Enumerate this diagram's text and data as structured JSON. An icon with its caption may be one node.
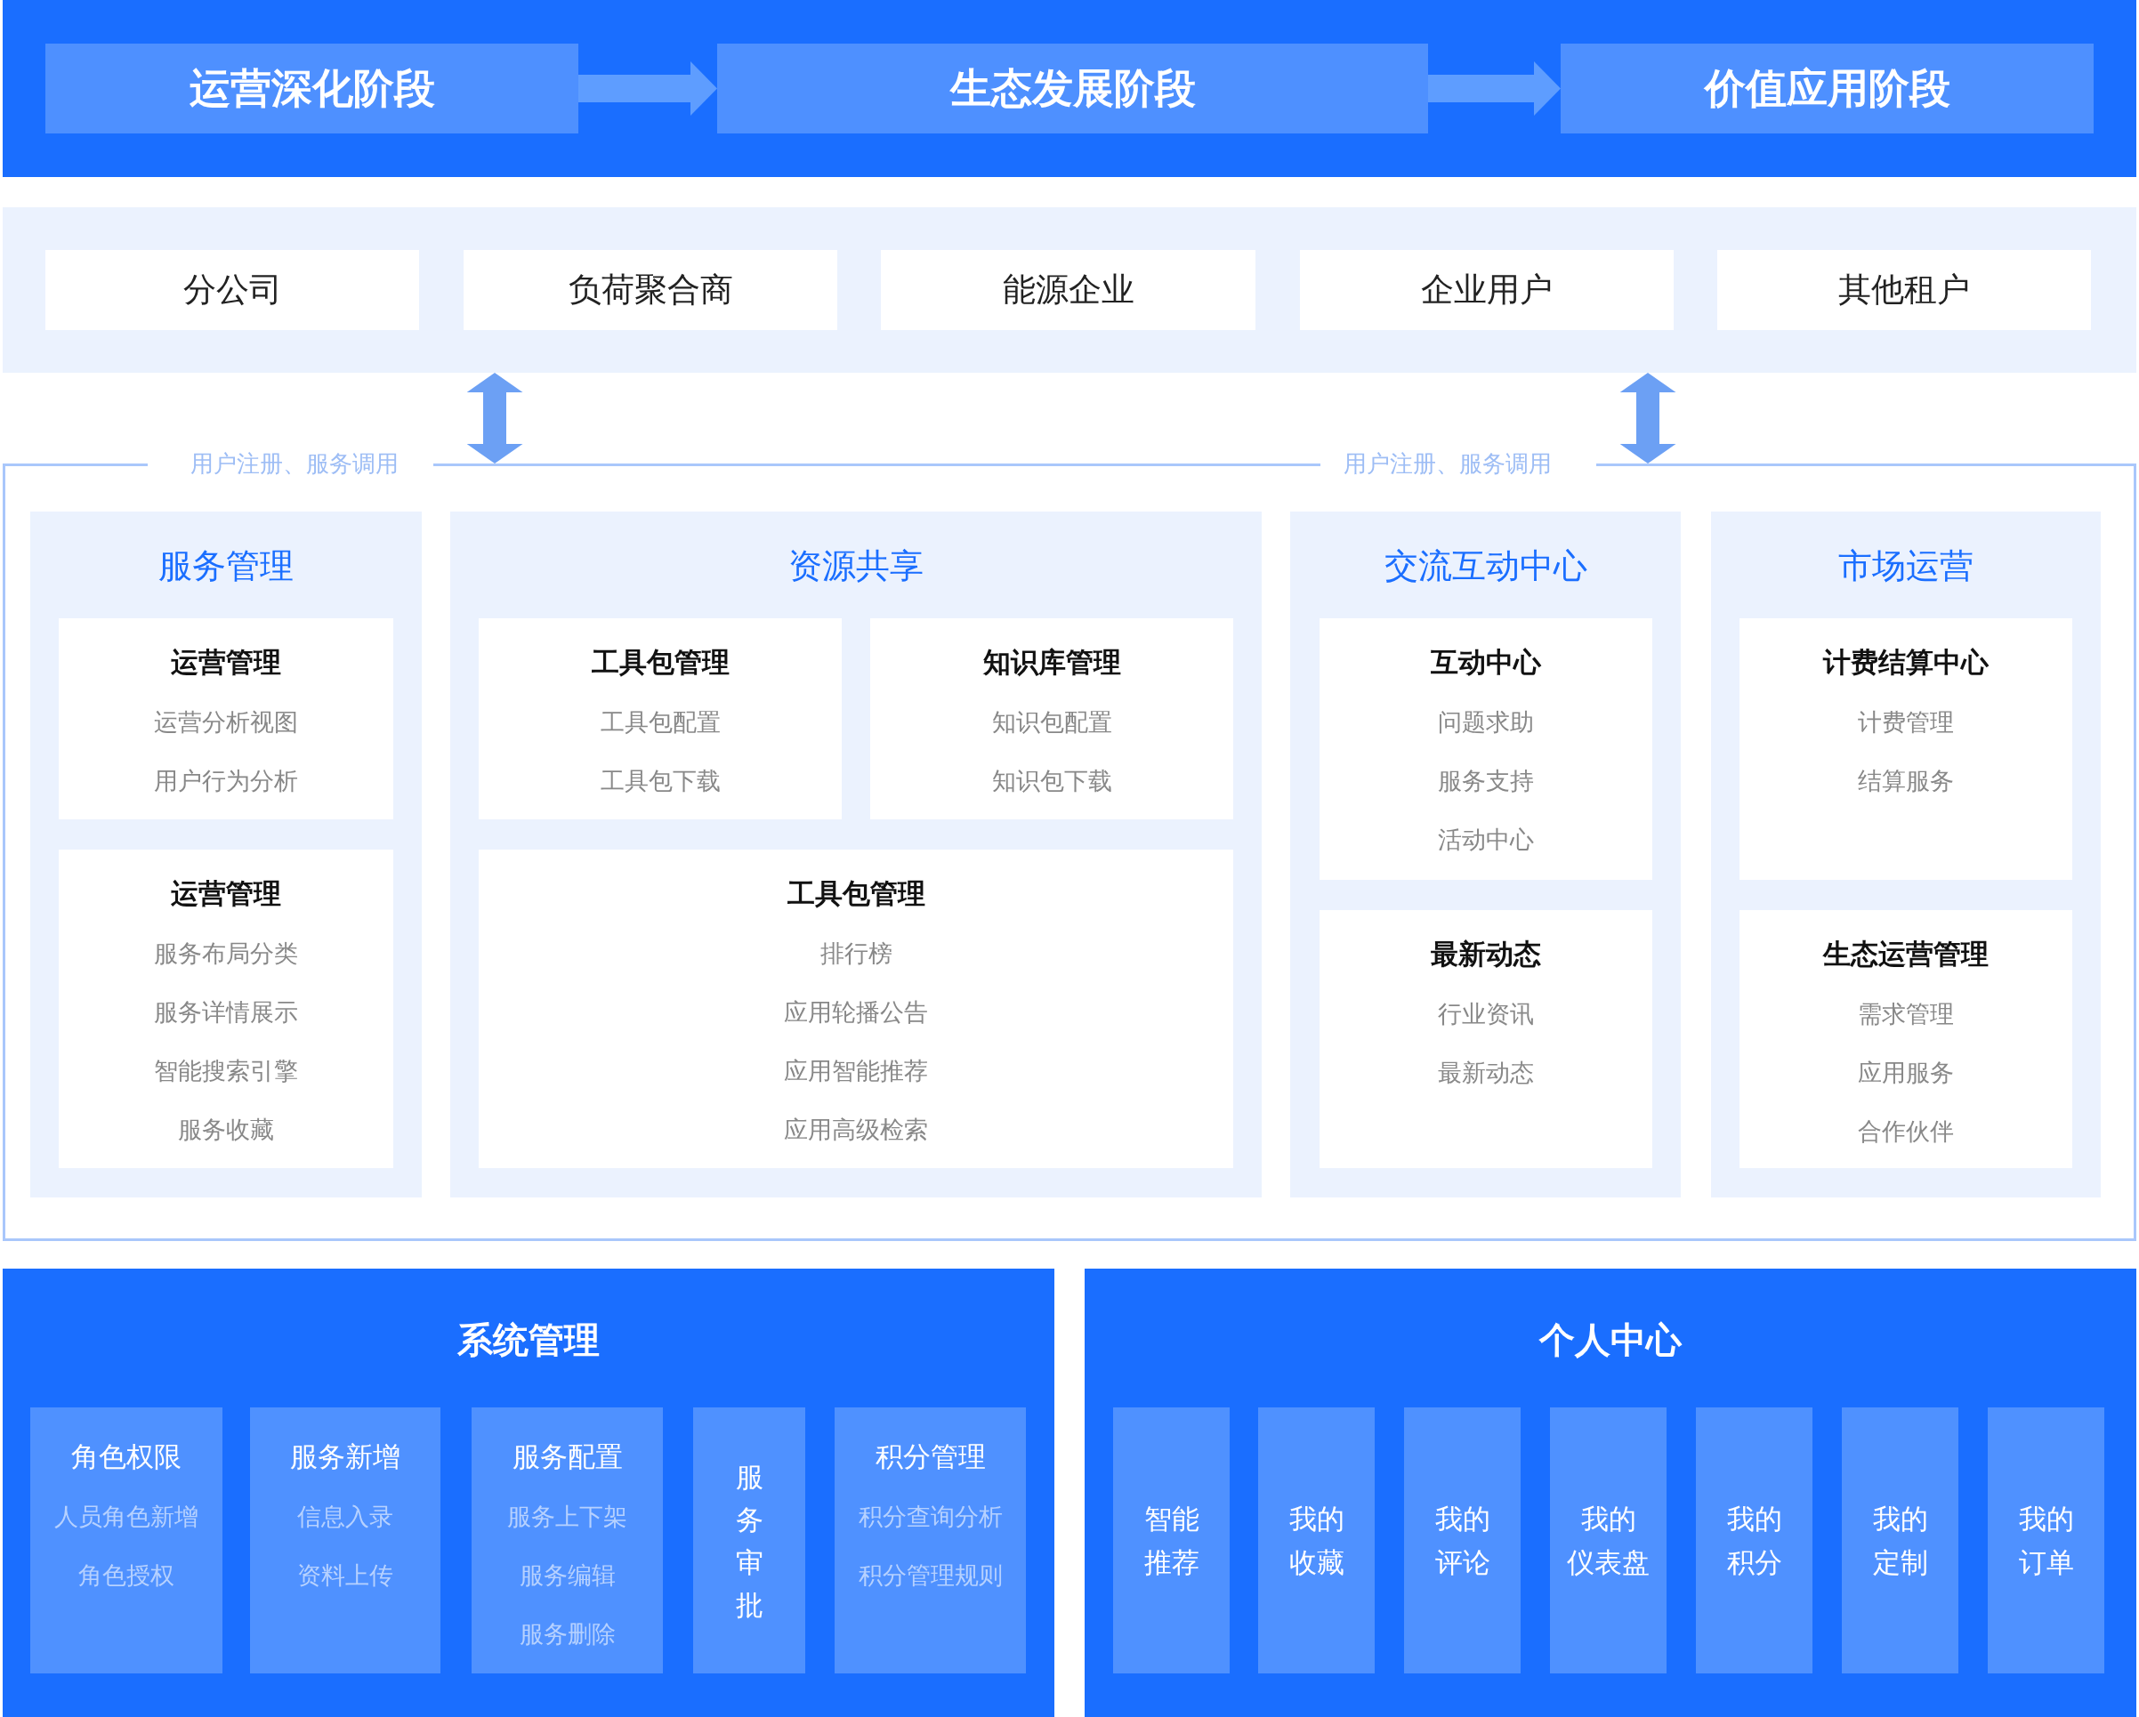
{
  "diagram": {
    "nodes": [
      {
        "text": [],
        "shape": "box"
      },
      {
        "text": [
          "运营深化阶段"
        ],
        "in": 0
      },
      {
        "text": [
          "生态发展阶段"
        ],
        "in": 0
      },
      {
        "text": [
          "价值应用阶段"
        ],
        "in": 0
      },
      {
        "text": [],
        "shape": "box"
      },
      {
        "text": [
          "分公司"
        ],
        "in": 4
      },
      {
        "text": [
          "负荷聚合商"
        ],
        "in": 4
      },
      {
        "text": [
          "能源企业"
        ],
        "in": 4
      },
      {
        "text": [
          "企业用户"
        ],
        "in": 4
      },
      {
        "text": [
          "其他租户"
        ],
        "in": 4
      },
      {
        "text": [],
        "shape": "box"
      },
      {
        "text": [
          "服务管理"
        ],
        "in": 10
      },
      {
        "text": [
          "运营管理",
          "运营分析视图",
          "用户行为分析"
        ],
        "in": 11
      },
      {
        "text": [
          "运营管理",
          "服务布局分类",
          "服务详情展示",
          "智能搜索引擎",
          "服务收藏"
        ],
        "in": 11
      },
      {
        "text": [
          "资源共享"
        ],
        "in": 10
      },
      {
        "text": [
          "工具包管理",
          "工具包配置",
          "工具包下载"
        ],
        "in": 14
      },
      {
        "text": [
          "知识库管理",
          "知识包配置",
          "知识包下载"
        ],
        "in": 14
      },
      {
        "text": [
          "工具包管理",
          "排行榜",
          "应用轮播公告",
          "应用智能推荐",
          "应用高级检索"
        ],
        "in": 14
      },
      {
        "text": [
          "交流互动中心"
        ],
        "in": 10
      },
      {
        "text": [
          "互动中心",
          "问题求助",
          "服务支持",
          "活动中心"
        ],
        "in": 18
      },
      {
        "text": [
          "最新动态",
          "行业资讯",
          "最新动态"
        ],
        "in": 18
      },
      {
        "text": [
          "市场运营"
        ],
        "in": 10
      },
      {
        "text": [
          "计费结算中心",
          "计费管理",
          "结算服务"
        ],
        "in": 21
      },
      {
        "text": [
          "生态运营管理",
          "需求管理",
          "应用服务",
          "合作伙伴"
        ],
        "in": 21
      },
      {
        "text": [
          "系统管理"
        ]
      },
      {
        "text": [
          "角色权限",
          "人员角色新增",
          "角色授权"
        ],
        "in": 24
      },
      {
        "text": [
          "服务新增",
          "信息入录",
          "资料上传"
        ],
        "in": 24
      },
      {
        "text": [
          "服务配置",
          "服务上下架",
          "服务编辑",
          "服务删除"
        ],
        "in": 24
      },
      {
        "text": [
          "服务审批"
        ],
        "in": 24
      },
      {
        "text": [
          "积分管理",
          "积分查询分析",
          "积分管理规则"
        ],
        "in": 24
      },
      {
        "text": [
          "个人中心"
        ]
      },
      {
        "text": [
          "智能推荐"
        ],
        "in": 30
      },
      {
        "text": [
          "我的收藏"
        ],
        "in": 30
      },
      {
        "text": [
          "我的评论"
        ],
        "in": 30
      },
      {
        "text": [
          "我的仪表盘"
        ],
        "in": 30
      },
      {
        "text": [
          "我的积分"
        ],
        "in": 30
      },
      {
        "text": [
          "我的定制"
        ],
        "in": 30
      },
      {
        "text": [
          "我的订单"
        ],
        "in": 30
      }
    ],
    "edges": [
      {
        "from": 1,
        "to": 2,
        "arrow": "to"
      },
      {
        "from": 2,
        "to": 3,
        "arrow": "to"
      },
      {
        "from": 4,
        "to": 10,
        "arrow": "both",
        "label": "用户注册、服务调用"
      },
      {
        "from": 4,
        "to": 10,
        "arrow": "both",
        "label": "用户注册、服务调用"
      }
    ]
  }
}
